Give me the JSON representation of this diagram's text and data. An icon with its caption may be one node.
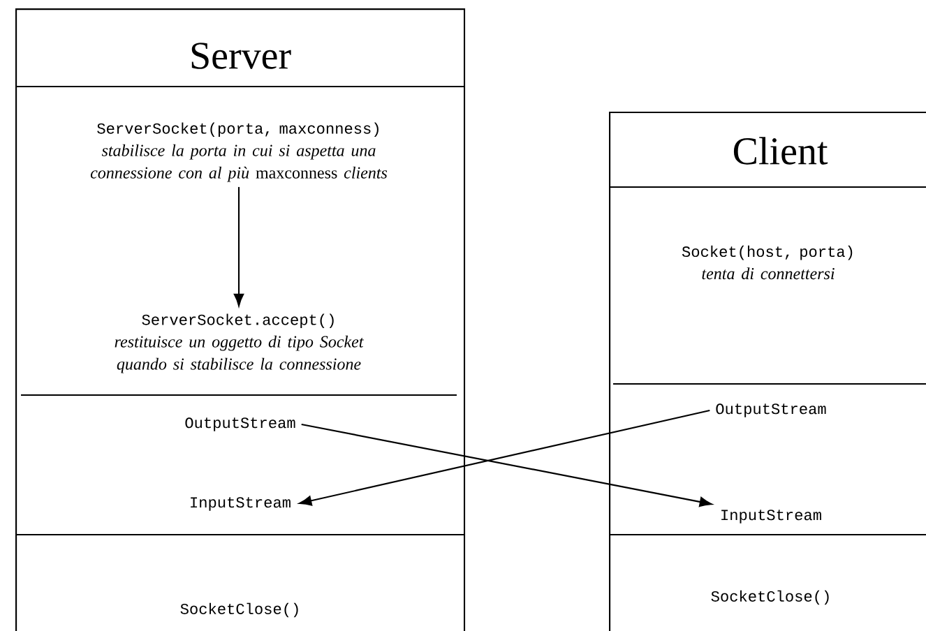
{
  "diagram": {
    "nodes": [
      {
        "text": [
          "Server"
        ]
      },
      {
        "text": [
          "ServerSocket(porta, maxconness)",
          "*stabilisce la porta in cui si aspetta una connessione con al più* maxconness *clients*"
        ],
        "in": 0
      },
      {
        "text": [
          "ServerSocket.accept()",
          "restituisce un oggetto di tipo Socket quando si stabilisce la connessione"
        ],
        "in": 0
      },
      {
        "text": [
          "OutputStream"
        ],
        "in": 0
      },
      {
        "text": [
          "InputStream"
        ],
        "in": 0
      },
      {
        "text": [
          "SocketClose()"
        ],
        "in": 0
      },
      {
        "text": [
          "Client"
        ]
      },
      {
        "text": [
          "Socket(host, porta)",
          "tenta di connettersi"
        ],
        "in": 6
      },
      {
        "text": [
          "OutputStream"
        ],
        "in": 6
      },
      {
        "text": [
          "InputStream"
        ],
        "in": 6
      },
      {
        "text": [
          "SocketClose()"
        ],
        "in": 6
      }
    ],
    "edges": [
      {
        "from": 1,
        "to": 2,
        "arrow": "to"
      },
      {
        "from": 3,
        "to": 9,
        "arrow": "to"
      },
      {
        "from": 8,
        "to": 4,
        "arrow": "to"
      }
    ]
  }
}
